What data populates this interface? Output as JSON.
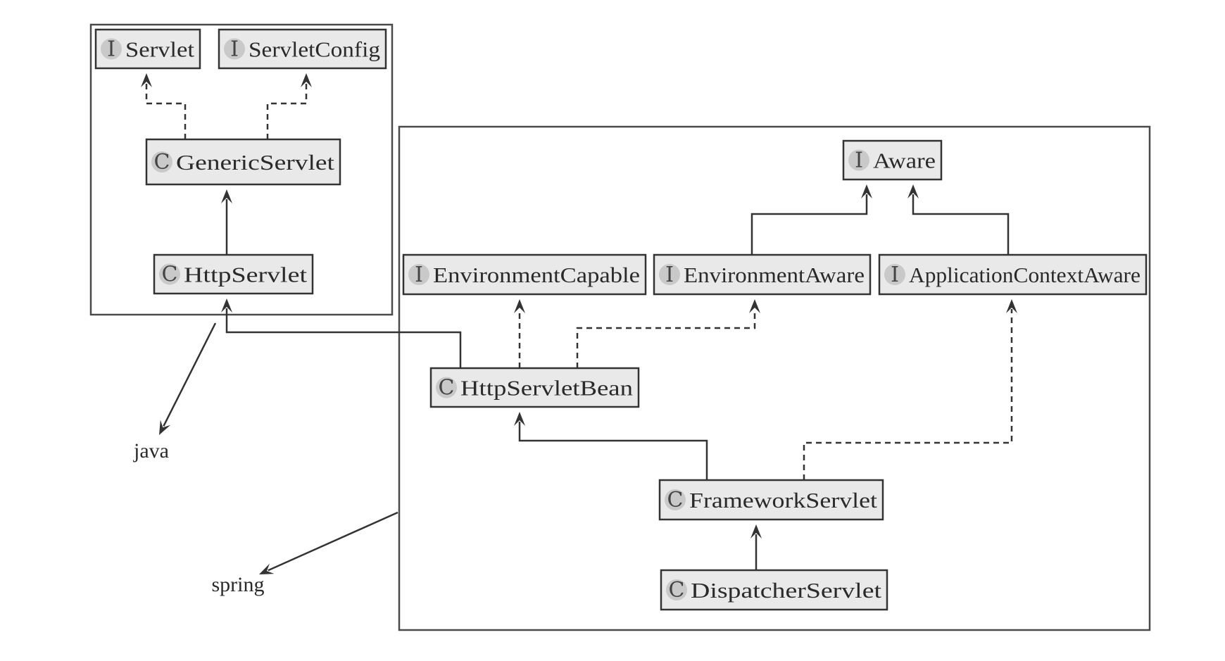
{
  "groups": [
    {
      "id": "java",
      "label": "java"
    },
    {
      "id": "spring",
      "label": "spring"
    }
  ],
  "nodes": [
    {
      "id": "servlet",
      "kind": "I",
      "name": "Servlet"
    },
    {
      "id": "servletconfig",
      "kind": "I",
      "name": "ServletConfig"
    },
    {
      "id": "genericservlet",
      "kind": "C",
      "name": "GenericServlet"
    },
    {
      "id": "httpservlet",
      "kind": "C",
      "name": "HttpServlet"
    },
    {
      "id": "aware",
      "kind": "I",
      "name": "Aware"
    },
    {
      "id": "environmentcapable",
      "kind": "I",
      "name": "EnvironmentCapable"
    },
    {
      "id": "environmentaware",
      "kind": "I",
      "name": "EnvironmentAware"
    },
    {
      "id": "applicationcontextaware",
      "kind": "I",
      "name": "ApplicationContextAware"
    },
    {
      "id": "httpservletbean",
      "kind": "C",
      "name": "HttpServletBean"
    },
    {
      "id": "frameworkservlet",
      "kind": "C",
      "name": "FrameworkServlet"
    },
    {
      "id": "dispatcherservlet",
      "kind": "C",
      "name": "DispatcherServlet"
    }
  ],
  "edges": [
    {
      "from": "genericservlet",
      "to": "servlet",
      "style": "dashed"
    },
    {
      "from": "genericservlet",
      "to": "servletconfig",
      "style": "dashed"
    },
    {
      "from": "httpservlet",
      "to": "genericservlet",
      "style": "solid"
    },
    {
      "from": "httpservletbean",
      "to": "httpservlet",
      "style": "solid"
    },
    {
      "from": "httpservletbean",
      "to": "environmentcapable",
      "style": "dashed"
    },
    {
      "from": "httpservletbean",
      "to": "environmentaware",
      "style": "dashed"
    },
    {
      "from": "environmentaware",
      "to": "aware",
      "style": "solid"
    },
    {
      "from": "applicationcontextaware",
      "to": "aware",
      "style": "solid"
    },
    {
      "from": "frameworkservlet",
      "to": "httpservletbean",
      "style": "solid"
    },
    {
      "from": "frameworkservlet",
      "to": "applicationcontextaware",
      "style": "dashed"
    },
    {
      "from": "dispatcherservlet",
      "to": "frameworkservlet",
      "style": "solid"
    }
  ]
}
